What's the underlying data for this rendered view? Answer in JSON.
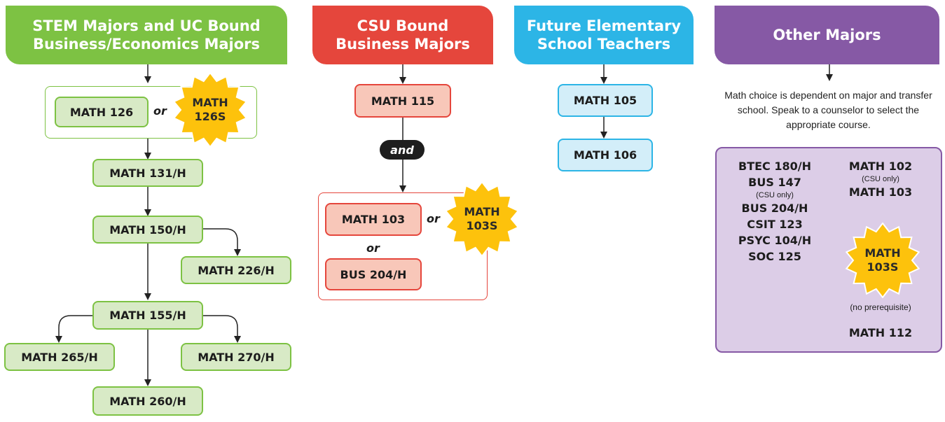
{
  "colors": {
    "stem": "#7dc243",
    "csu": "#e5463c",
    "elementary": "#2cb5e6",
    "other": "#8659a5",
    "star": "#fdc20c"
  },
  "icons": {
    "star_badge": "starburst-badge",
    "arrow": "down-arrow"
  },
  "columns": {
    "stem": {
      "header": "STEM Majors and UC Bound\nBusiness/Economics Majors",
      "option_a": "MATH 126",
      "or_label": "or",
      "option_b": "MATH\n126S",
      "courses": [
        "MATH 131/H",
        "MATH 150/H",
        "MATH 226/H",
        "MATH 155/H",
        "MATH 265/H",
        "MATH 270/H",
        "MATH 260/H"
      ]
    },
    "csu": {
      "header": "CSU Bound\nBusiness Majors",
      "first": "MATH 115",
      "and_label": "and",
      "option_a": "MATH 103",
      "or_label_1": "or",
      "option_star": "MATH\n103S",
      "or_label_2": "or",
      "option_c": "BUS 204/H"
    },
    "elementary": {
      "header": "Future Elementary\nSchool Teachers",
      "courses": [
        "MATH 105",
        "MATH 106"
      ]
    },
    "other": {
      "header": "Other Majors",
      "note": "Math choice is dependent on major and transfer school. Speak to a counselor to select the appropriate course.",
      "left_list": [
        {
          "code": "BTEC 180/H",
          "sub": ""
        },
        {
          "code": "BUS 147",
          "sub": "(CSU only)"
        },
        {
          "code": "BUS 204/H",
          "sub": ""
        },
        {
          "code": "CSIT 123",
          "sub": ""
        },
        {
          "code": "PSYC 104/H",
          "sub": ""
        },
        {
          "code": "SOC 125",
          "sub": ""
        }
      ],
      "right_list": [
        {
          "code": "MATH 102",
          "sub": "(CSU only)"
        },
        {
          "code": "MATH 103",
          "sub": ""
        }
      ],
      "star": "MATH\n103S",
      "star_note": "(no prerequisite)",
      "last": "MATH 112"
    }
  }
}
